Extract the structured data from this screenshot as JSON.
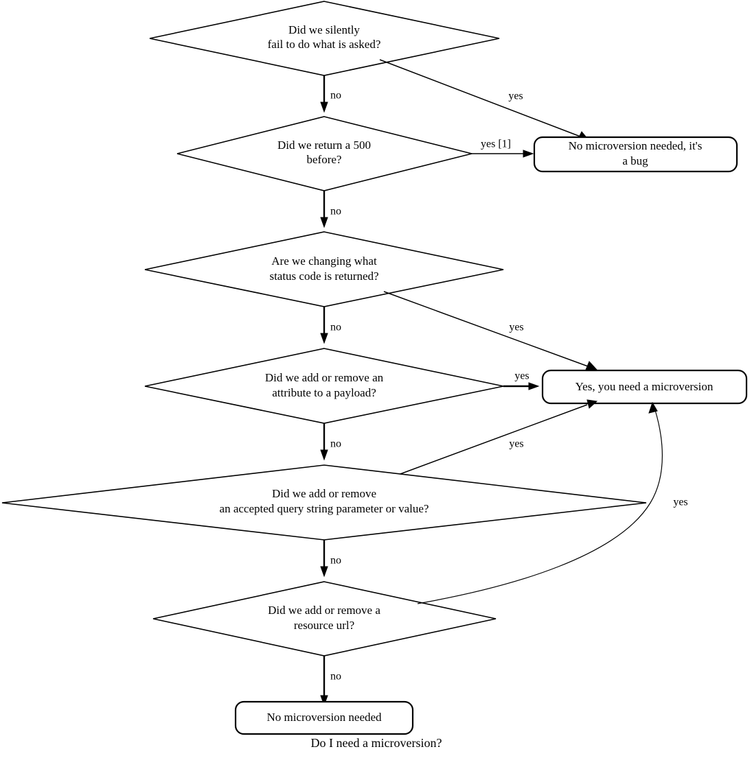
{
  "diagram": {
    "caption": "Do I need a microversion?",
    "type": "flowchart",
    "nodes": [
      {
        "id": "silent-fail",
        "shape": "diamond",
        "lines": [
          "Did we silently",
          "fail to do what is asked?"
        ]
      },
      {
        "id": "return-500",
        "shape": "diamond",
        "lines": [
          "Did we return a 500",
          "before?"
        ]
      },
      {
        "id": "status-code",
        "shape": "diamond",
        "lines": [
          "Are we changing what",
          "status code is returned?"
        ]
      },
      {
        "id": "attribute-payload",
        "shape": "diamond",
        "lines": [
          "Did we add or remove an",
          "attribute to a payload?"
        ]
      },
      {
        "id": "query-string",
        "shape": "diamond",
        "lines": [
          "Did we add or remove",
          "an accepted query string parameter or value?"
        ]
      },
      {
        "id": "resource-url",
        "shape": "diamond",
        "lines": [
          "Did we add or remove a",
          "resource url?"
        ]
      },
      {
        "id": "bug",
        "shape": "rounded-rect",
        "lines": [
          "No microversion needed, it's",
          "a bug"
        ]
      },
      {
        "id": "need-microversion",
        "shape": "rounded-rect",
        "lines": [
          "Yes, you need a microversion"
        ]
      },
      {
        "id": "no-microversion",
        "shape": "rounded-rect",
        "lines": [
          "No microversion needed"
        ]
      }
    ],
    "edges": [
      {
        "id": "silent-fail-no",
        "from": "silent-fail",
        "to": "return-500",
        "label": "no"
      },
      {
        "id": "silent-fail-yes",
        "from": "silent-fail",
        "to": "bug",
        "label": "yes"
      },
      {
        "id": "return-500-yes",
        "from": "return-500",
        "to": "bug",
        "label": "yes [1]"
      },
      {
        "id": "return-500-no",
        "from": "return-500",
        "to": "status-code",
        "label": "no"
      },
      {
        "id": "status-code-yes",
        "from": "status-code",
        "to": "need-microversion",
        "label": "yes"
      },
      {
        "id": "status-code-no",
        "from": "status-code",
        "to": "attribute-payload",
        "label": "no"
      },
      {
        "id": "attribute-payload-yes",
        "from": "attribute-payload",
        "to": "need-microversion",
        "label": "yes"
      },
      {
        "id": "attribute-payload-no",
        "from": "attribute-payload",
        "to": "query-string",
        "label": "no"
      },
      {
        "id": "query-string-yes",
        "from": "query-string",
        "to": "need-microversion",
        "label": "yes"
      },
      {
        "id": "query-string-no",
        "from": "query-string",
        "to": "resource-url",
        "label": "no"
      },
      {
        "id": "resource-url-yes",
        "from": "resource-url",
        "to": "need-microversion",
        "label": "yes"
      },
      {
        "id": "resource-url-no",
        "from": "resource-url",
        "to": "no-microversion",
        "label": "no"
      }
    ],
    "colors": {
      "background": "#ffffff",
      "stroke": "#000000",
      "text": "#000000"
    }
  }
}
